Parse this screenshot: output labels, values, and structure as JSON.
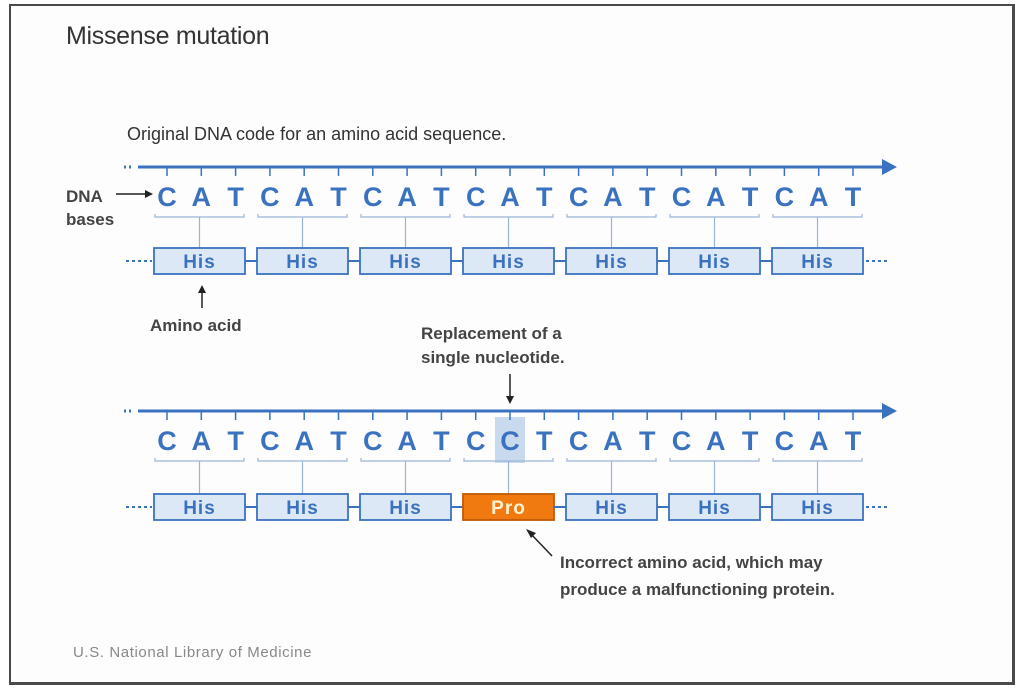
{
  "title": "Missense mutation",
  "original": {
    "caption": "Original DNA code for an amino acid sequence.",
    "bases": [
      "C",
      "A",
      "T",
      "C",
      "A",
      "T",
      "C",
      "A",
      "T",
      "C",
      "A",
      "T",
      "C",
      "A",
      "T",
      "C",
      "A",
      "T",
      "C",
      "A",
      "T"
    ],
    "amino_acids": [
      "His",
      "His",
      "His",
      "His",
      "His",
      "His",
      "His"
    ]
  },
  "mutated": {
    "bases": [
      "C",
      "A",
      "T",
      "C",
      "A",
      "T",
      "C",
      "A",
      "T",
      "C",
      "C",
      "T",
      "C",
      "A",
      "T",
      "C",
      "A",
      "T",
      "C",
      "A",
      "T"
    ],
    "amino_acids": [
      "His",
      "His",
      "His",
      "Pro",
      "His",
      "His",
      "His"
    ],
    "mutated_base_index": 10,
    "mutated_codon_index": 3
  },
  "labels": {
    "dna_bases_line1": "DNA",
    "dna_bases_line2": "bases",
    "amino_acid": "Amino acid",
    "replacement_line1": "Replacement of a",
    "replacement_line2": "single nucleotide.",
    "incorrect_line1": "Incorrect amino acid, which may",
    "incorrect_line2": "produce a malfunctioning protein."
  },
  "credit": "U.S. National Library of Medicine",
  "colors": {
    "dna_blue": "#3b72c0",
    "box_fill": "#dde8f6",
    "highlight_fill": "#c9d9ee",
    "mutant_orange": "#f07a10",
    "text_dark": "#333333"
  }
}
